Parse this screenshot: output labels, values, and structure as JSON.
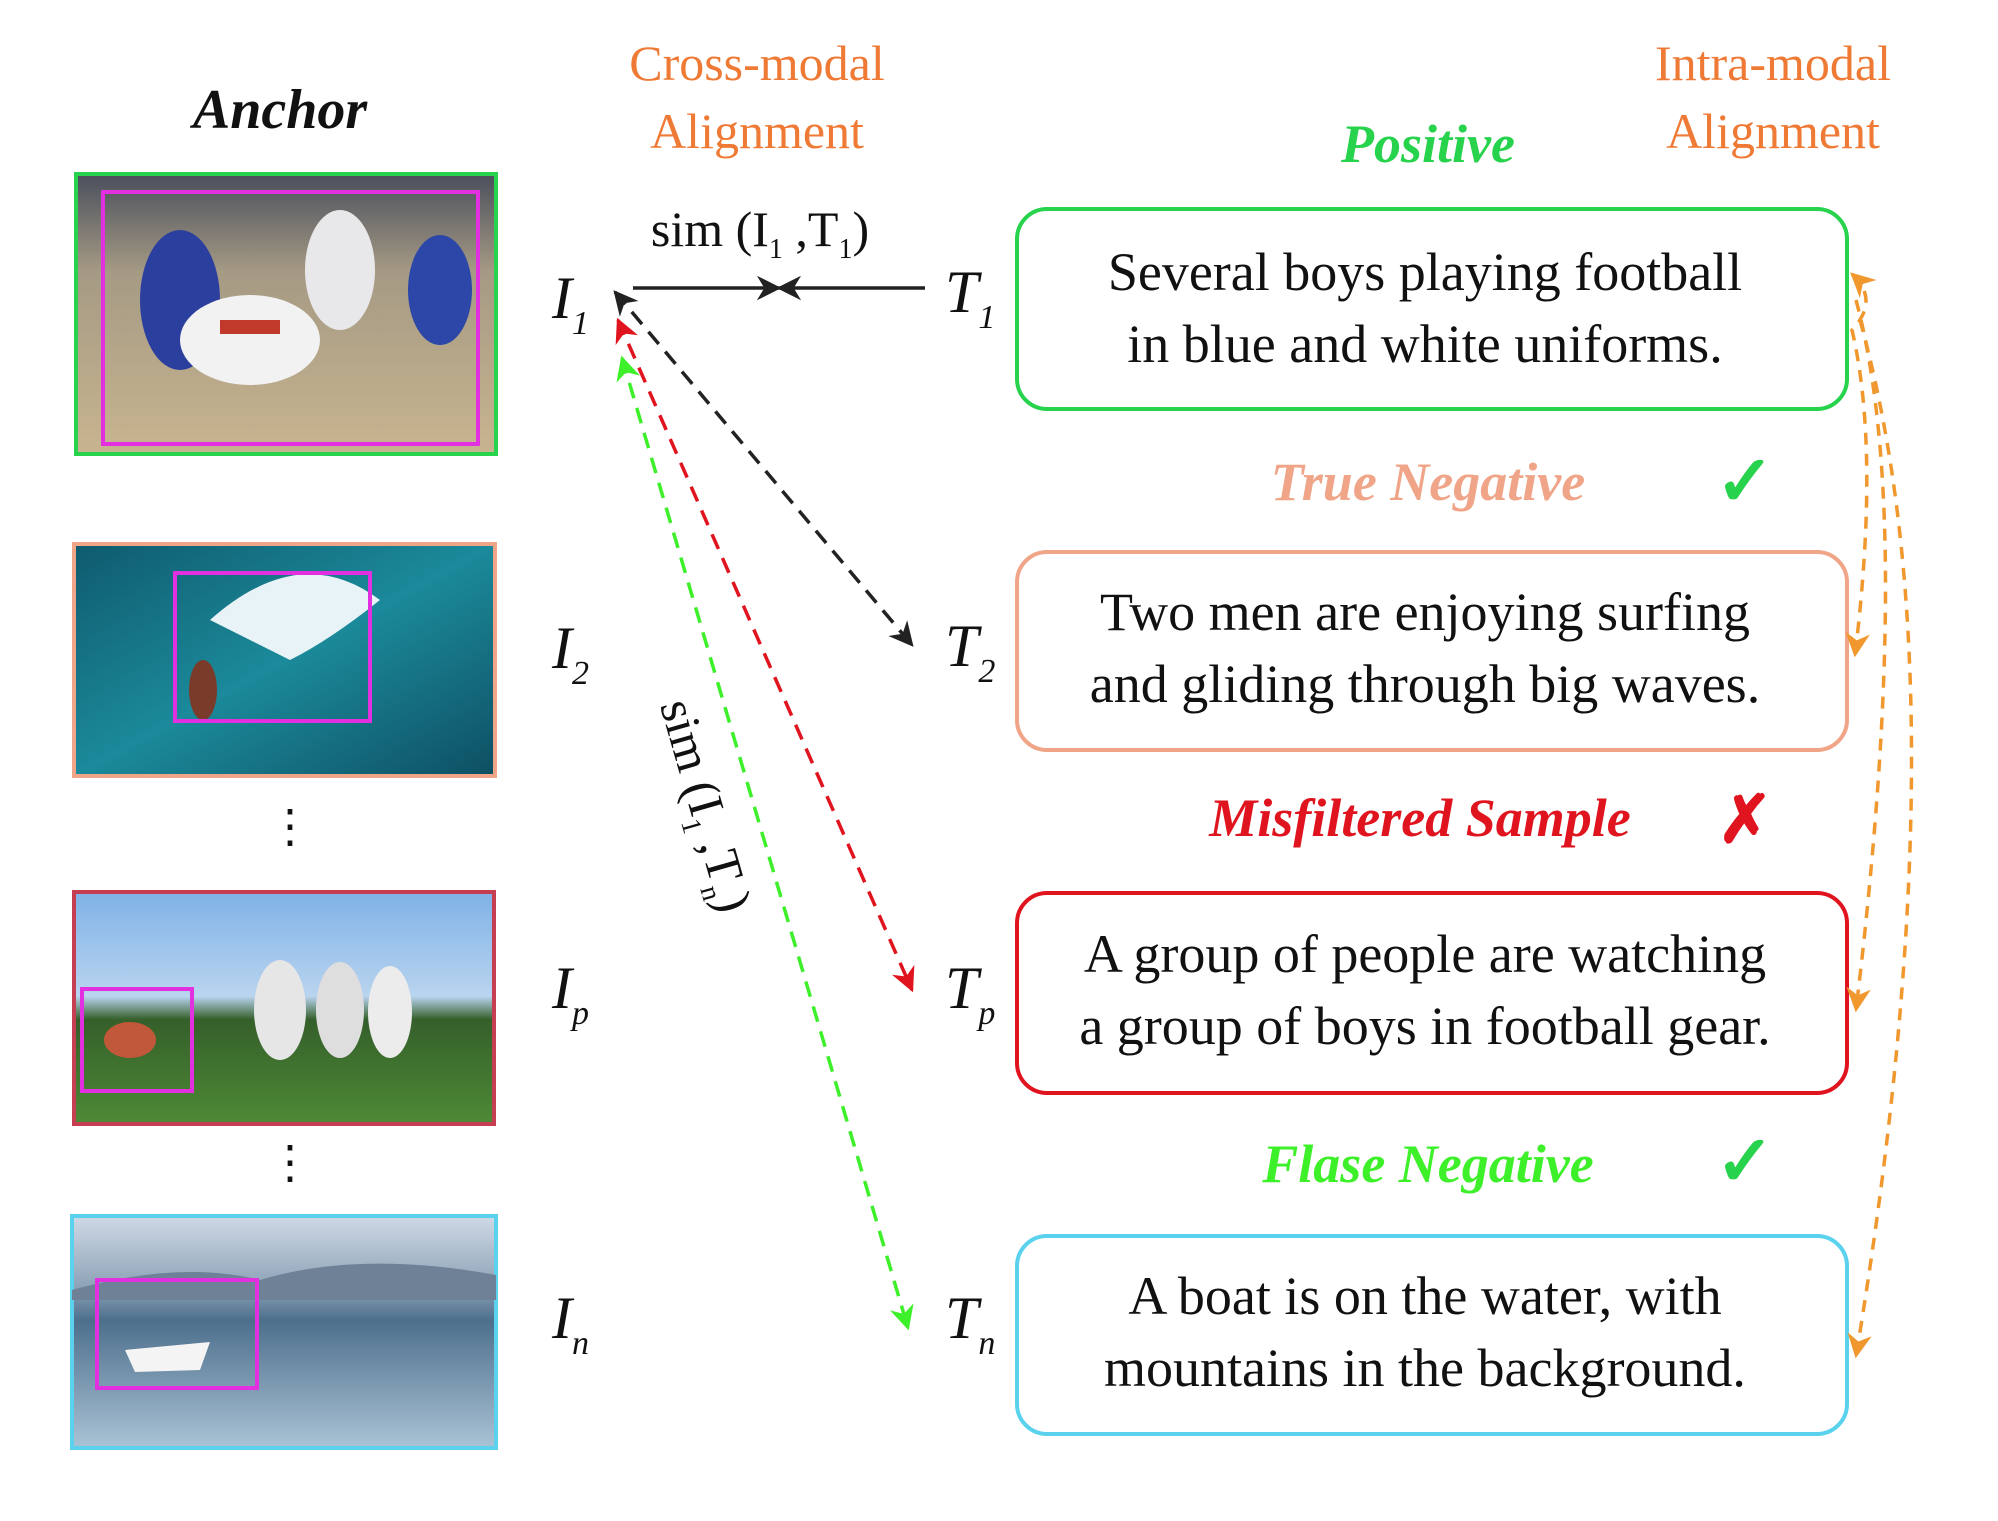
{
  "headers": {
    "anchor": "Anchor",
    "cross_modal": [
      "Cross-modal",
      "Alignment"
    ],
    "intra_modal": [
      "Intra-modal",
      "Alignment"
    ]
  },
  "images": [
    {
      "label": "I",
      "sub": "1"
    },
    {
      "label": "I",
      "sub": "2"
    },
    {
      "label": "I",
      "sub": "p"
    },
    {
      "label": "I",
      "sub": "n"
    }
  ],
  "ellipsis": "⋮",
  "texts": [
    {
      "label": "T",
      "sub": "1",
      "lines": [
        "Several boys playing football",
        "in blue and white uniforms."
      ]
    },
    {
      "label": "T",
      "sub": "2",
      "lines": [
        "Two men are enjoying surfing",
        "and gliding through big waves."
      ]
    },
    {
      "label": "T",
      "sub": "p",
      "lines": [
        "A group of people are watching",
        "a group of boys in football gear."
      ]
    },
    {
      "label": "T",
      "sub": "n",
      "lines": [
        "A boat is on the water, with",
        "mountains in the background."
      ]
    }
  ],
  "categories": {
    "positive": "Positive",
    "true_negative": "True Negative",
    "misfiltered": "Misfiltered Sample",
    "false_negative": "Flase Negative"
  },
  "marks": {
    "check": "✓",
    "cross": "✗"
  },
  "sim_top": {
    "prefix": "sim (I",
    "sub1": "1",
    "comma": " ,T",
    "sub2": "1",
    "close": ")"
  },
  "sim_diag": {
    "prefix": "sim (I",
    "sub1": "1",
    "comma": " ,T",
    "sub2": "n",
    "close": ")"
  },
  "colors": {
    "header_orange": "#ef7a35",
    "positive_green": "#27d24c",
    "true_negative_salmon": "#f0a488",
    "misfiltered_red": "#e0141e",
    "false_negative_green": "#3ef02a",
    "cyan_box": "#5ad2ee",
    "magenta_box": "#e22fe0",
    "orange_arrow": "#f0972d",
    "black_arrow": "#222222"
  }
}
